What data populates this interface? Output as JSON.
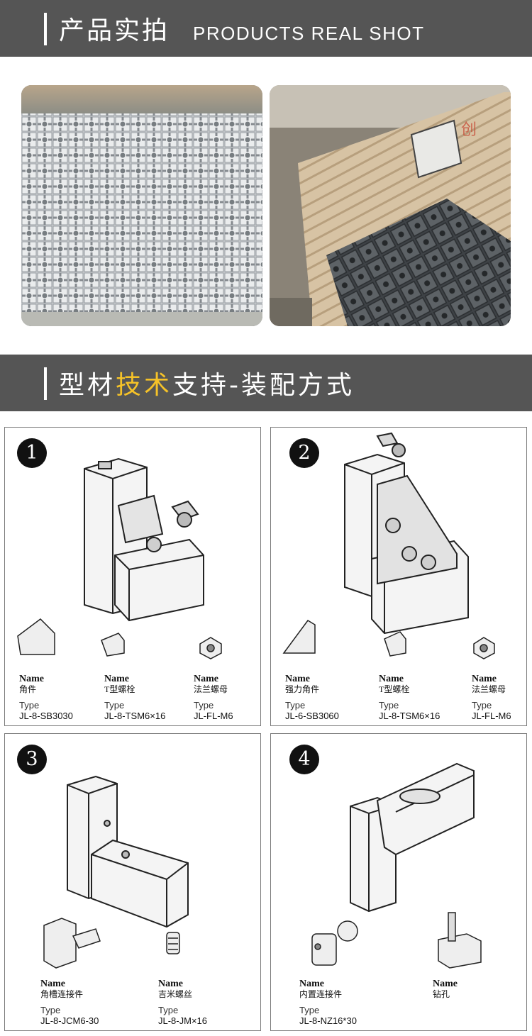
{
  "section1": {
    "title_cn": "产品实拍",
    "title_en": "PRODUCTS REAL SHOT"
  },
  "section2": {
    "title_part1": "型材",
    "title_accent": "技术",
    "title_part2": "支持-装配方式"
  },
  "colors": {
    "banner": "#555555",
    "accent": "#f5c228",
    "panel_border": "#7a7a7a"
  },
  "panels": [
    {
      "number": "❶",
      "parts": [
        {
          "name_label": "Name",
          "name": "角件",
          "type_label": "Type",
          "type": "JL-8-SB3030"
        },
        {
          "name_label": "Name",
          "name": "T型螺栓",
          "type_label": "Type",
          "type": "JL-8-TSM6×16"
        },
        {
          "name_label": "Name",
          "name": "法兰螺母",
          "type_label": "Type",
          "type": "JL-FL-M6"
        }
      ]
    },
    {
      "number": "❷",
      "parts": [
        {
          "name_label": "Name",
          "name": "强力角件",
          "type_label": "Type",
          "type": "JL-6-SB3060"
        },
        {
          "name_label": "Name",
          "name": "T型螺栓",
          "type_label": "Type",
          "type": "JL-8-TSM6×16"
        },
        {
          "name_label": "Name",
          "name": "法兰螺母",
          "type_label": "Type",
          "type": "JL-FL-M6"
        }
      ]
    },
    {
      "number": "❸",
      "parts": [
        {
          "name_label": "Name",
          "name": "角槽连接件",
          "type_label": "Type",
          "type": "JL-8-JCM6-30"
        },
        {
          "name_label": "Name",
          "name": "吉米螺丝",
          "type_label": "Type",
          "type": "JL-8-JM×16"
        }
      ]
    },
    {
      "number": "❹",
      "parts": [
        {
          "name_label": "Name",
          "name": "内置连接件",
          "type_label": "Type",
          "type": "JL-8-NZ16*30"
        },
        {
          "name_label": "Name",
          "name": "钻孔"
        }
      ]
    }
  ]
}
